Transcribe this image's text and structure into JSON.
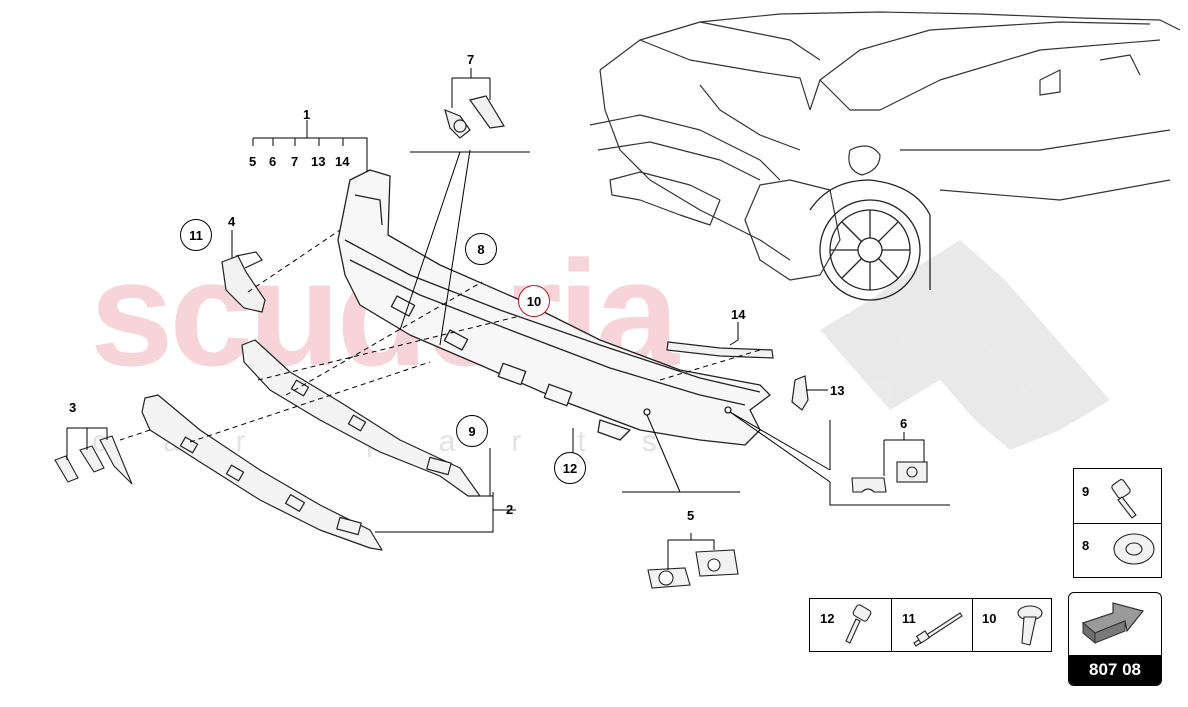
{
  "watermark": {
    "brand": "scuderia",
    "sub": "car parts"
  },
  "callouts": {
    "c1": "1",
    "c1_sub": [
      "5",
      "6",
      "7",
      "13",
      "14"
    ],
    "c2": "2",
    "c3": "3",
    "c4": "4",
    "c5": "5",
    "c6": "6",
    "c7": "7",
    "c8": "8",
    "c9": "9",
    "c10": "10",
    "c11": "11",
    "c12": "12",
    "c13": "13",
    "c14": "14"
  },
  "legend_right": {
    "a": "9",
    "b": "8"
  },
  "legend_bottom": {
    "a": "12",
    "b": "11",
    "c": "10"
  },
  "page_ref": "807 08",
  "colors": {
    "line": "#000000",
    "watermark": "#f4c6cb",
    "callout_red": "#c0141c"
  }
}
